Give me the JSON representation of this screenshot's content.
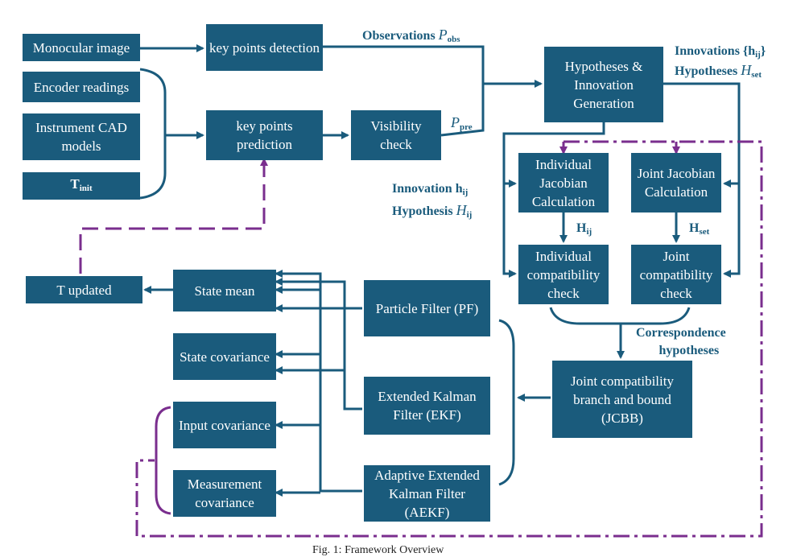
{
  "colors": {
    "box": "#1a5b7c",
    "arrow": "#1a5b7c",
    "dashed": "#7a2e8e"
  },
  "boxes": {
    "mono": "Monocular image",
    "encoder": "Encoder readings",
    "cad": "Instrument CAD models",
    "tinit_main": "T",
    "tinit_sub": "init",
    "kp_detect": "key points detection",
    "kp_predict": "key points prediction",
    "visibility": "Visibility check",
    "hyp_gen": "Hypotheses & Innovation Generation",
    "ind_jac": "Individual Jacobian Calculation",
    "joint_jac": "Joint Jacobian Calculation",
    "ind_compat": "Individual compatibility check",
    "joint_compat": "Joint compatibility check",
    "jcbb": "Joint compatibility branch and bound (JCBB)",
    "t_updated": "T updated",
    "state_mean": "State mean",
    "state_cov": "State covariance",
    "input_cov": "Input covariance",
    "meas_cov": "Measurement covariance",
    "pf": "Particle Filter (PF)",
    "ekf": "Extended Kalman Filter (EKF)",
    "aekf": "Adaptive Extended Kalman Filter (AEKF)"
  },
  "labels": {
    "observations": "Observations",
    "p_sym": "P",
    "obs_sub": "obs",
    "pre_sub": "pre",
    "innovations": "Innovations {h",
    "innov_sub": "ij",
    "innov_close": "}",
    "hypotheses": "Hypotheses",
    "h_sym": "H",
    "set_sub": "set",
    "innovation": "Innovation h",
    "ij_sub": "ij",
    "hypothesis": "Hypothesis",
    "hij_h": "H",
    "hij_sub": "ij",
    "hset_h": "H",
    "hset_sub": "set",
    "correspondence_1": "Correspondence",
    "correspondence_2": "hypotheses"
  },
  "caption": "Fig. 1: Framework Overview"
}
